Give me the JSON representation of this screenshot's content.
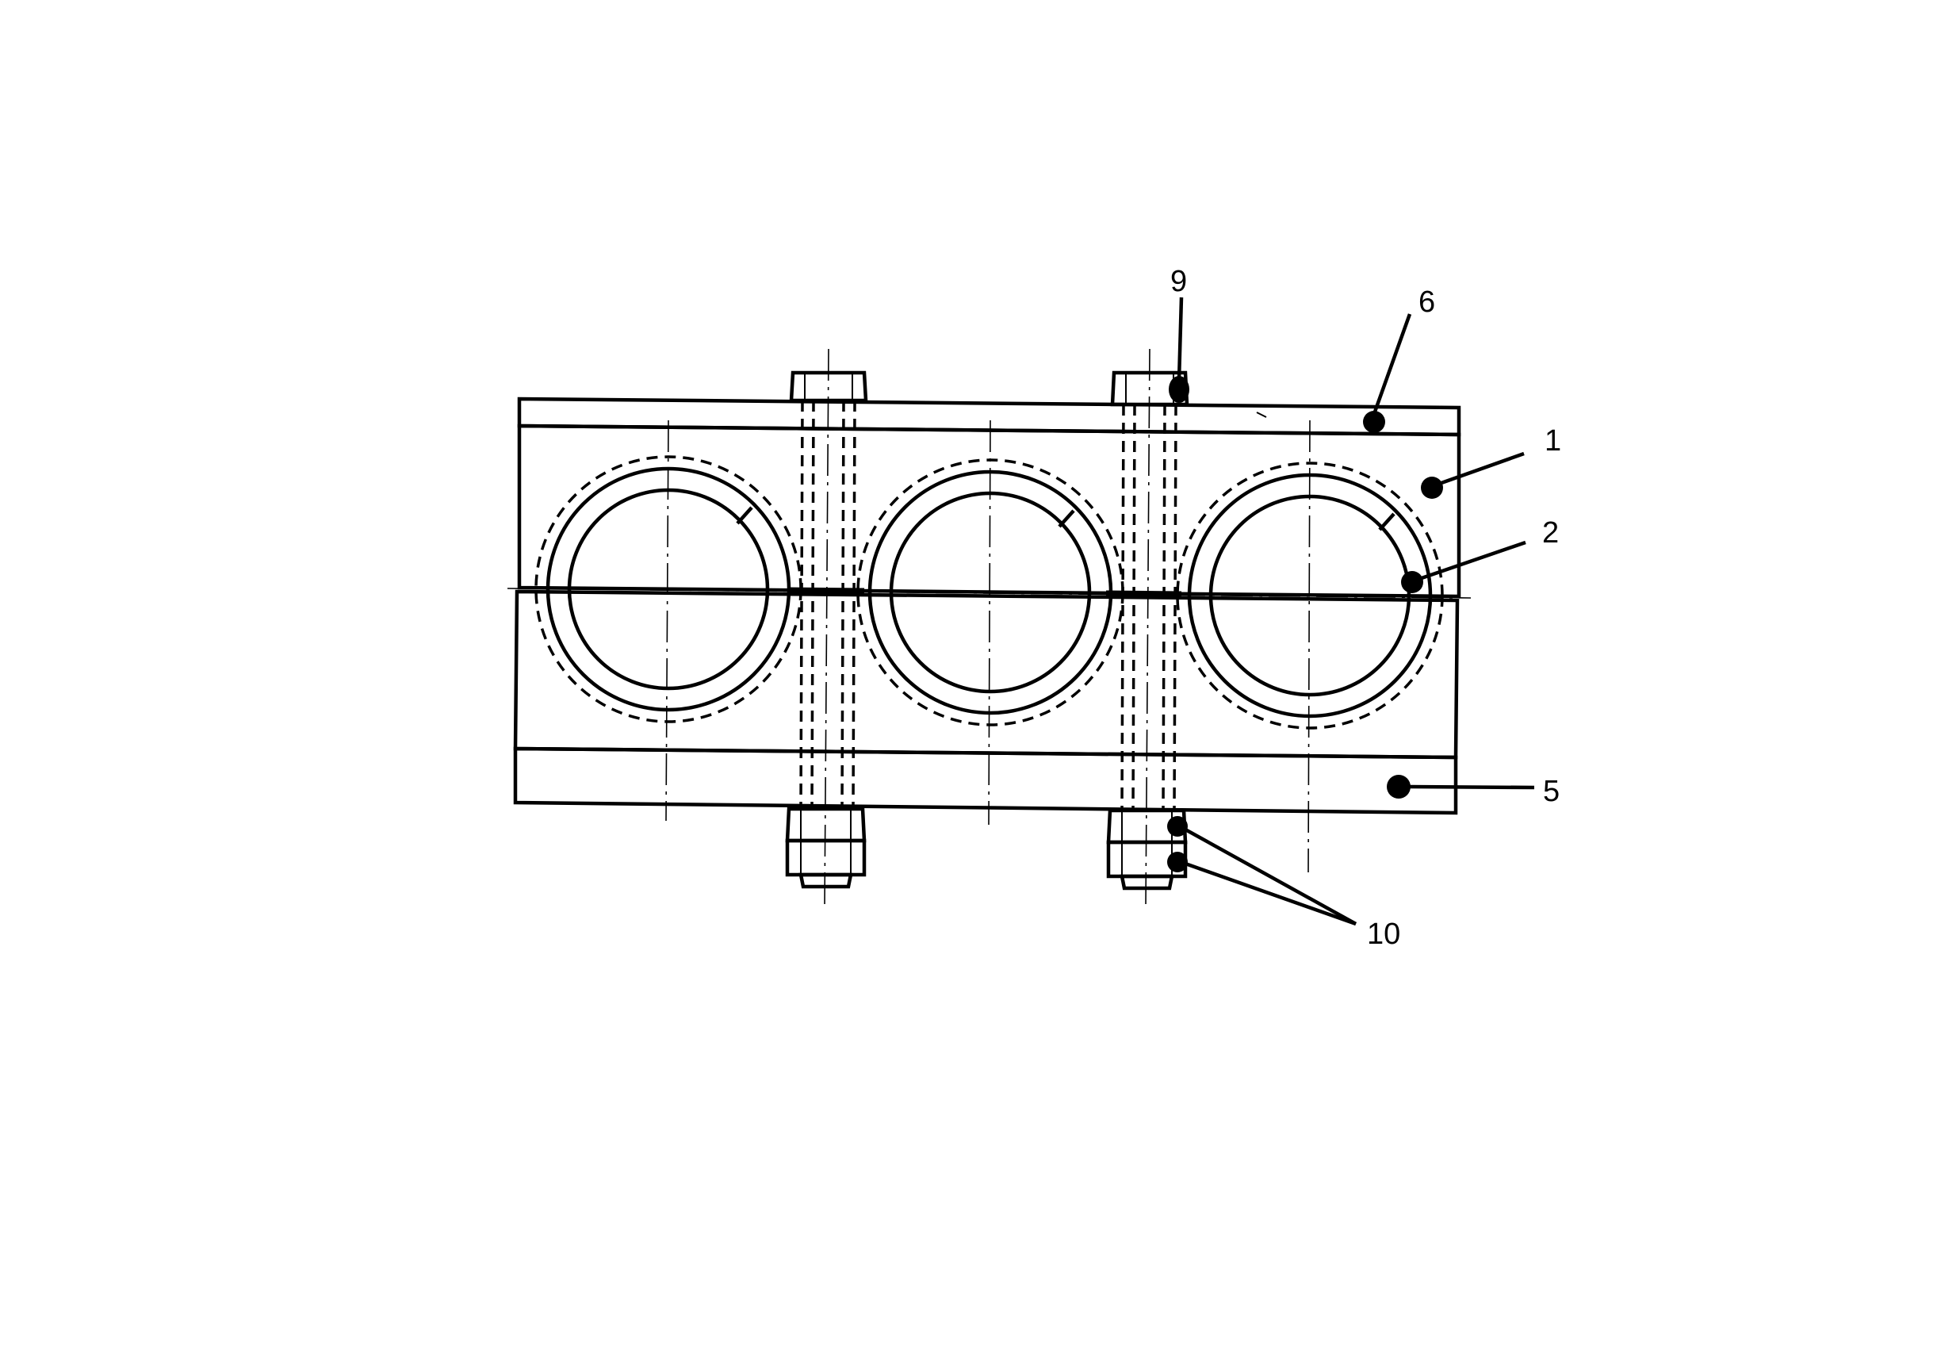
{
  "drawing": {
    "callouts": [
      {
        "id": "c9",
        "label": "9"
      },
      {
        "id": "c6",
        "label": "6"
      },
      {
        "id": "c1",
        "label": "1"
      },
      {
        "id": "c2",
        "label": "2"
      },
      {
        "id": "c5",
        "label": "5"
      },
      {
        "id": "c10",
        "label": "10"
      }
    ]
  }
}
